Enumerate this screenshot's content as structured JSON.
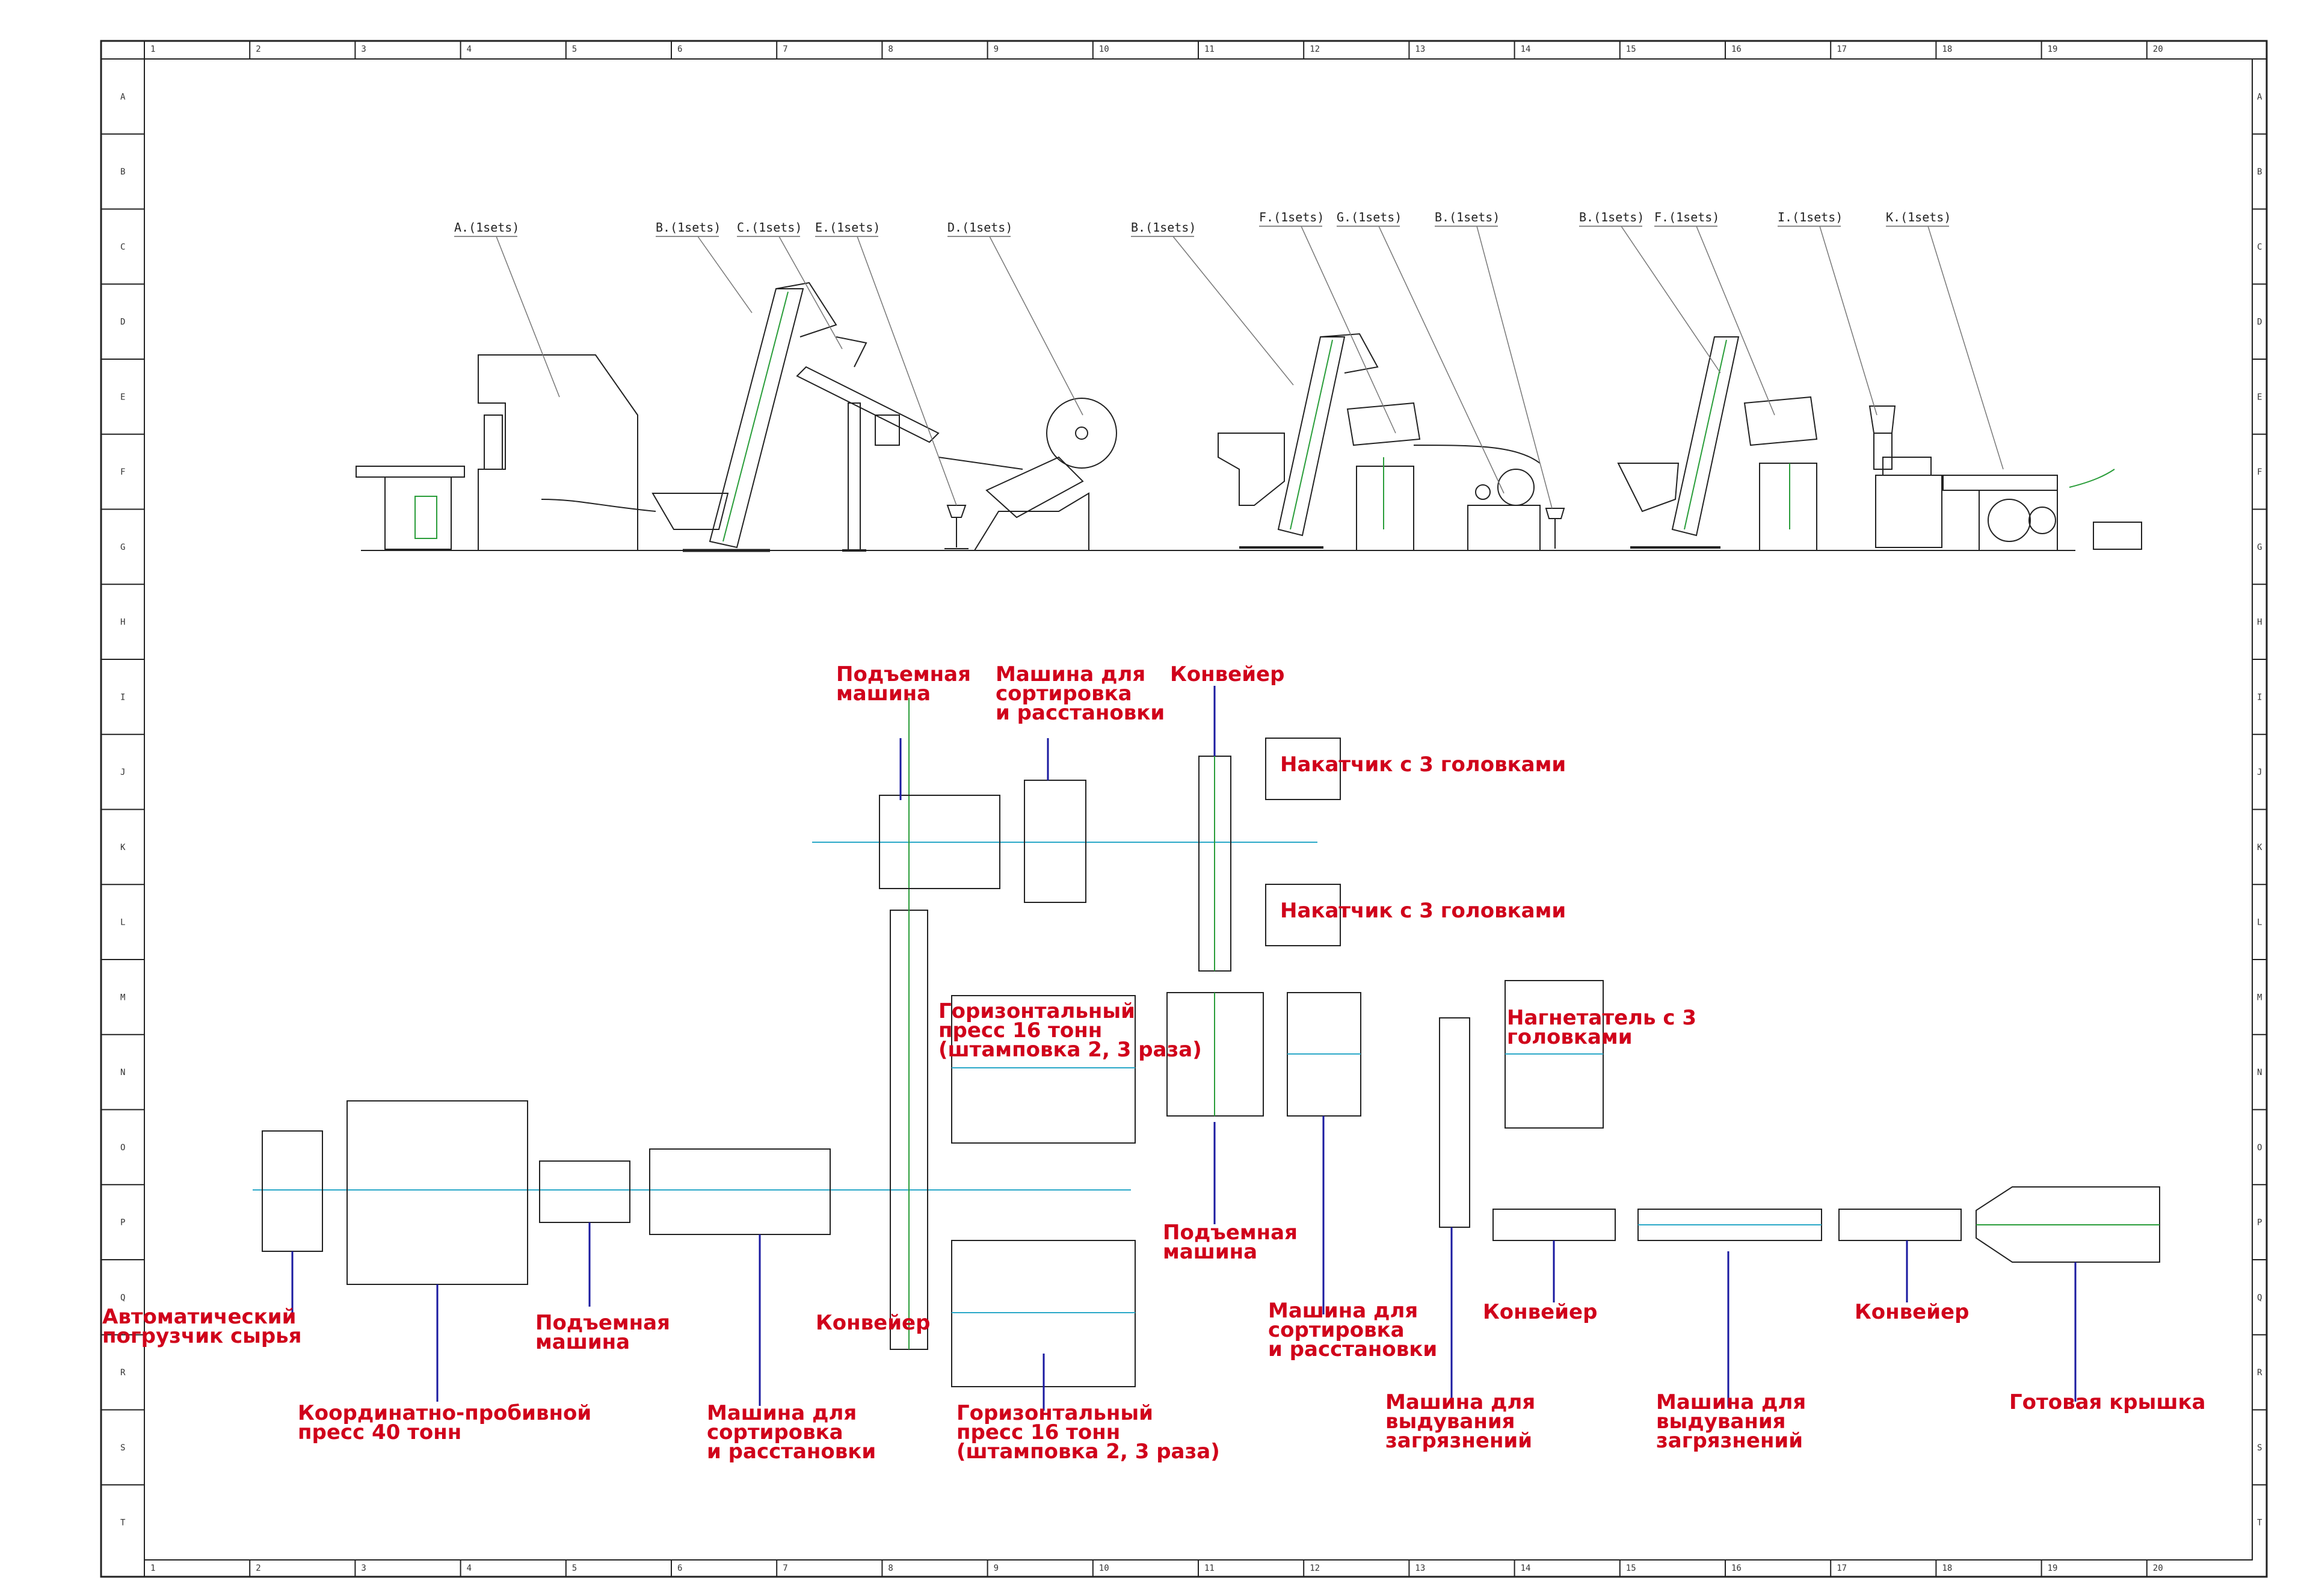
{
  "colors": {
    "label": "#d0021b",
    "leader": "#1a1aa0",
    "line": "#222222",
    "centerline": "#2aa8c8",
    "accent": "#2a9d3a"
  },
  "ruler": {
    "columns": [
      "1",
      "2",
      "3",
      "4",
      "5",
      "6",
      "7",
      "8",
      "9",
      "10",
      "11",
      "12",
      "13",
      "14",
      "15",
      "16",
      "17",
      "18",
      "19",
      "20"
    ],
    "rows": [
      "A",
      "B",
      "C",
      "D",
      "E",
      "F",
      "G",
      "H",
      "I",
      "J",
      "K",
      "L",
      "M",
      "N",
      "O",
      "P",
      "Q",
      "R",
      "S",
      "T"
    ]
  },
  "side_tags": [
    {
      "id": "t1",
      "text": "A.(1sets)"
    },
    {
      "id": "t2",
      "text": "B.(1sets)"
    },
    {
      "id": "t3",
      "text": "C.(1sets)"
    },
    {
      "id": "t4",
      "text": "E.(1sets)"
    },
    {
      "id": "t5",
      "text": "D.(1sets)"
    },
    {
      "id": "t6",
      "text": "B.(1sets)"
    },
    {
      "id": "t7",
      "text": "F.(1sets)"
    },
    {
      "id": "t8",
      "text": "G.(1sets)"
    },
    {
      "id": "t9",
      "text": "B.(1sets)"
    },
    {
      "id": "t10",
      "text": "B.(1sets)"
    },
    {
      "id": "t11",
      "text": "F.(1sets)"
    },
    {
      "id": "t12",
      "text": "I.(1sets)"
    },
    {
      "id": "t13",
      "text": "K.(1sets)"
    }
  ],
  "labels": {
    "loader": [
      "Автоматический",
      "погрузчик сырья"
    ],
    "press40": [
      "Координатно-пробивной",
      "пресс 40 тонн"
    ],
    "lift1": [
      "Подъемная",
      "машина"
    ],
    "sort1": [
      "Машина для",
      "сортировка",
      "и расстановки"
    ],
    "conv1": [
      "Конвейер"
    ],
    "hpress_top": [
      "Горизонтальный",
      "пресс 16 тонн",
      "(штамповка 2, 3 раза)"
    ],
    "hpress_bot": [
      "Горизонтальный",
      "пресс 16 тонн",
      "(штамповка 2, 3 раза)"
    ],
    "lift_top": [
      "Подъемная",
      "машина"
    ],
    "sort_top": [
      "Машина для",
      "сортировка",
      "и расстановки"
    ],
    "conv_top": [
      "Конвейер"
    ],
    "roller1": [
      "Накатчик с 3 головками"
    ],
    "roller2": [
      "Накатчик с 3 головками"
    ],
    "lift2": [
      "Подъемная",
      "машина"
    ],
    "sort2": [
      "Машина для",
      "сортировка",
      "и расстановки"
    ],
    "blower1": [
      "Машина для",
      "выдувания",
      "загрязнений"
    ],
    "conv2": [
      "Конвейер"
    ],
    "injector": [
      "Нагнетатель с 3",
      "головками"
    ],
    "blower2": [
      "Машина для",
      "выдувания",
      "загрязнений"
    ],
    "conv3": [
      "Конвейер"
    ],
    "final": [
      "Готовая крышка"
    ]
  }
}
